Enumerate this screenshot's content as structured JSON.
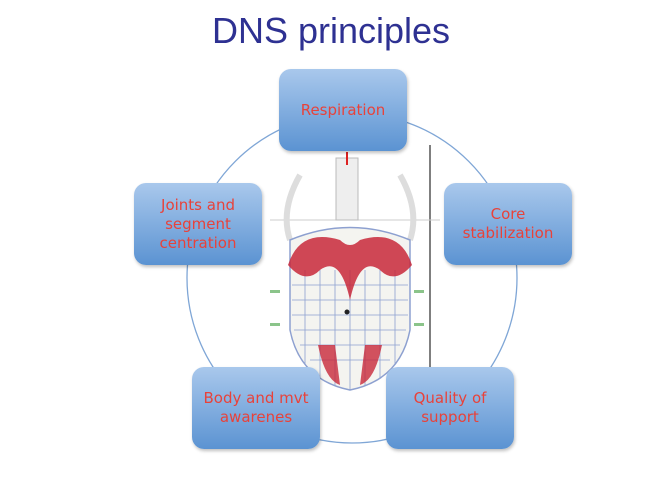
{
  "title": "DNS principles",
  "nodes": [
    {
      "label": "Respiration"
    },
    {
      "label": "Core stabilization"
    },
    {
      "label": "Quality of support"
    },
    {
      "label": "Body and mvt awarenes"
    },
    {
      "label": "Joints and segment centration"
    }
  ]
}
